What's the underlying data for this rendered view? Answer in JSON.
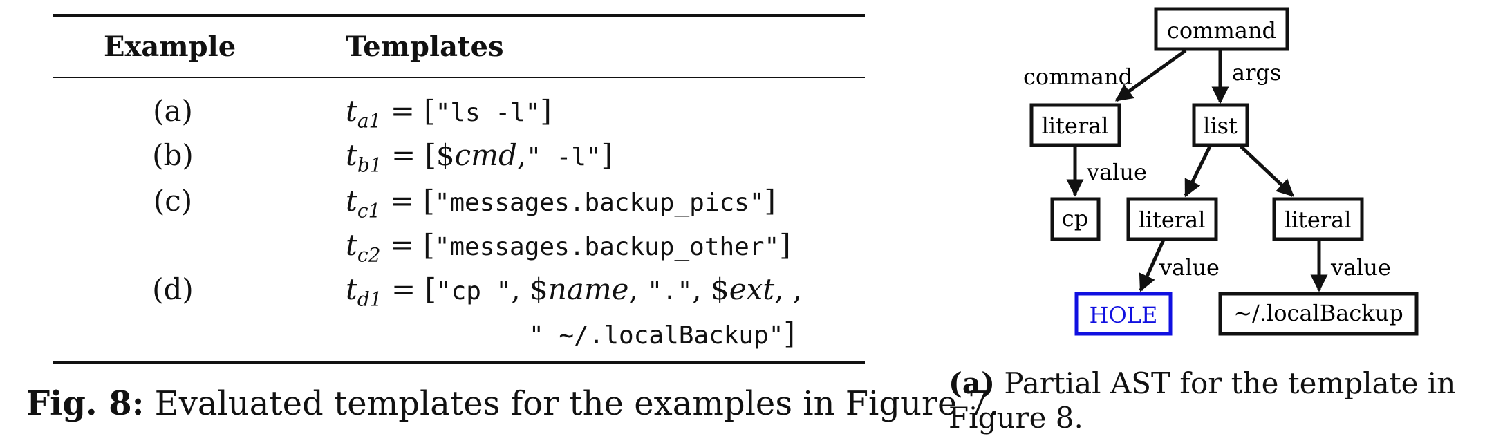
{
  "table": {
    "headers": {
      "example": "Example",
      "templates": "Templates"
    },
    "rows": [
      {
        "label": "(a)",
        "var": "t",
        "sub": "a1",
        "parts": [
          "= [",
          "\"ls -l\"",
          "]"
        ]
      },
      {
        "label": "(b)",
        "var": "t",
        "sub": "b1",
        "parts": [
          "= [$",
          "cmd",
          ",",
          "\" -l\"",
          "]"
        ]
      },
      {
        "label": "(c)",
        "var": "t",
        "sub": "c1",
        "parts": [
          "= [",
          "\"messages.backup_pics\"",
          "]"
        ]
      },
      {
        "label": "",
        "var": "t",
        "sub": "c2",
        "parts": [
          "= [",
          "\"messages.backup_other\"",
          "]"
        ]
      },
      {
        "label": "(d)",
        "var": "t",
        "sub": "d1",
        "parts": [
          "= [",
          "\"cp \"",
          ", $",
          "name",
          ", ",
          "\".\"",
          ", $",
          "ext",
          ", ,"
        ]
      }
    ],
    "continuation": {
      "code": "\" ~/.localBackup\"",
      "close": "]"
    }
  },
  "caption": {
    "label": "Fig. 8:",
    "text": " Evaluated templates for the examples in Figure 7."
  },
  "ast": {
    "nodes": {
      "command": "command",
      "literal1": "literal",
      "list": "list",
      "cp": "cp",
      "literal2": "literal",
      "literal3": "literal",
      "hole": "HOLE",
      "backup": "~/.localBackup"
    },
    "edges": {
      "command_command": "command",
      "command_args": "args",
      "literal1_value": "value",
      "literal2_value": "value",
      "literal3_value": "value"
    },
    "hole_color": "#1010e0"
  },
  "subcaption": {
    "label": "(a)",
    "line1": " Partial AST for the template in",
    "line2": "Figure 8."
  }
}
